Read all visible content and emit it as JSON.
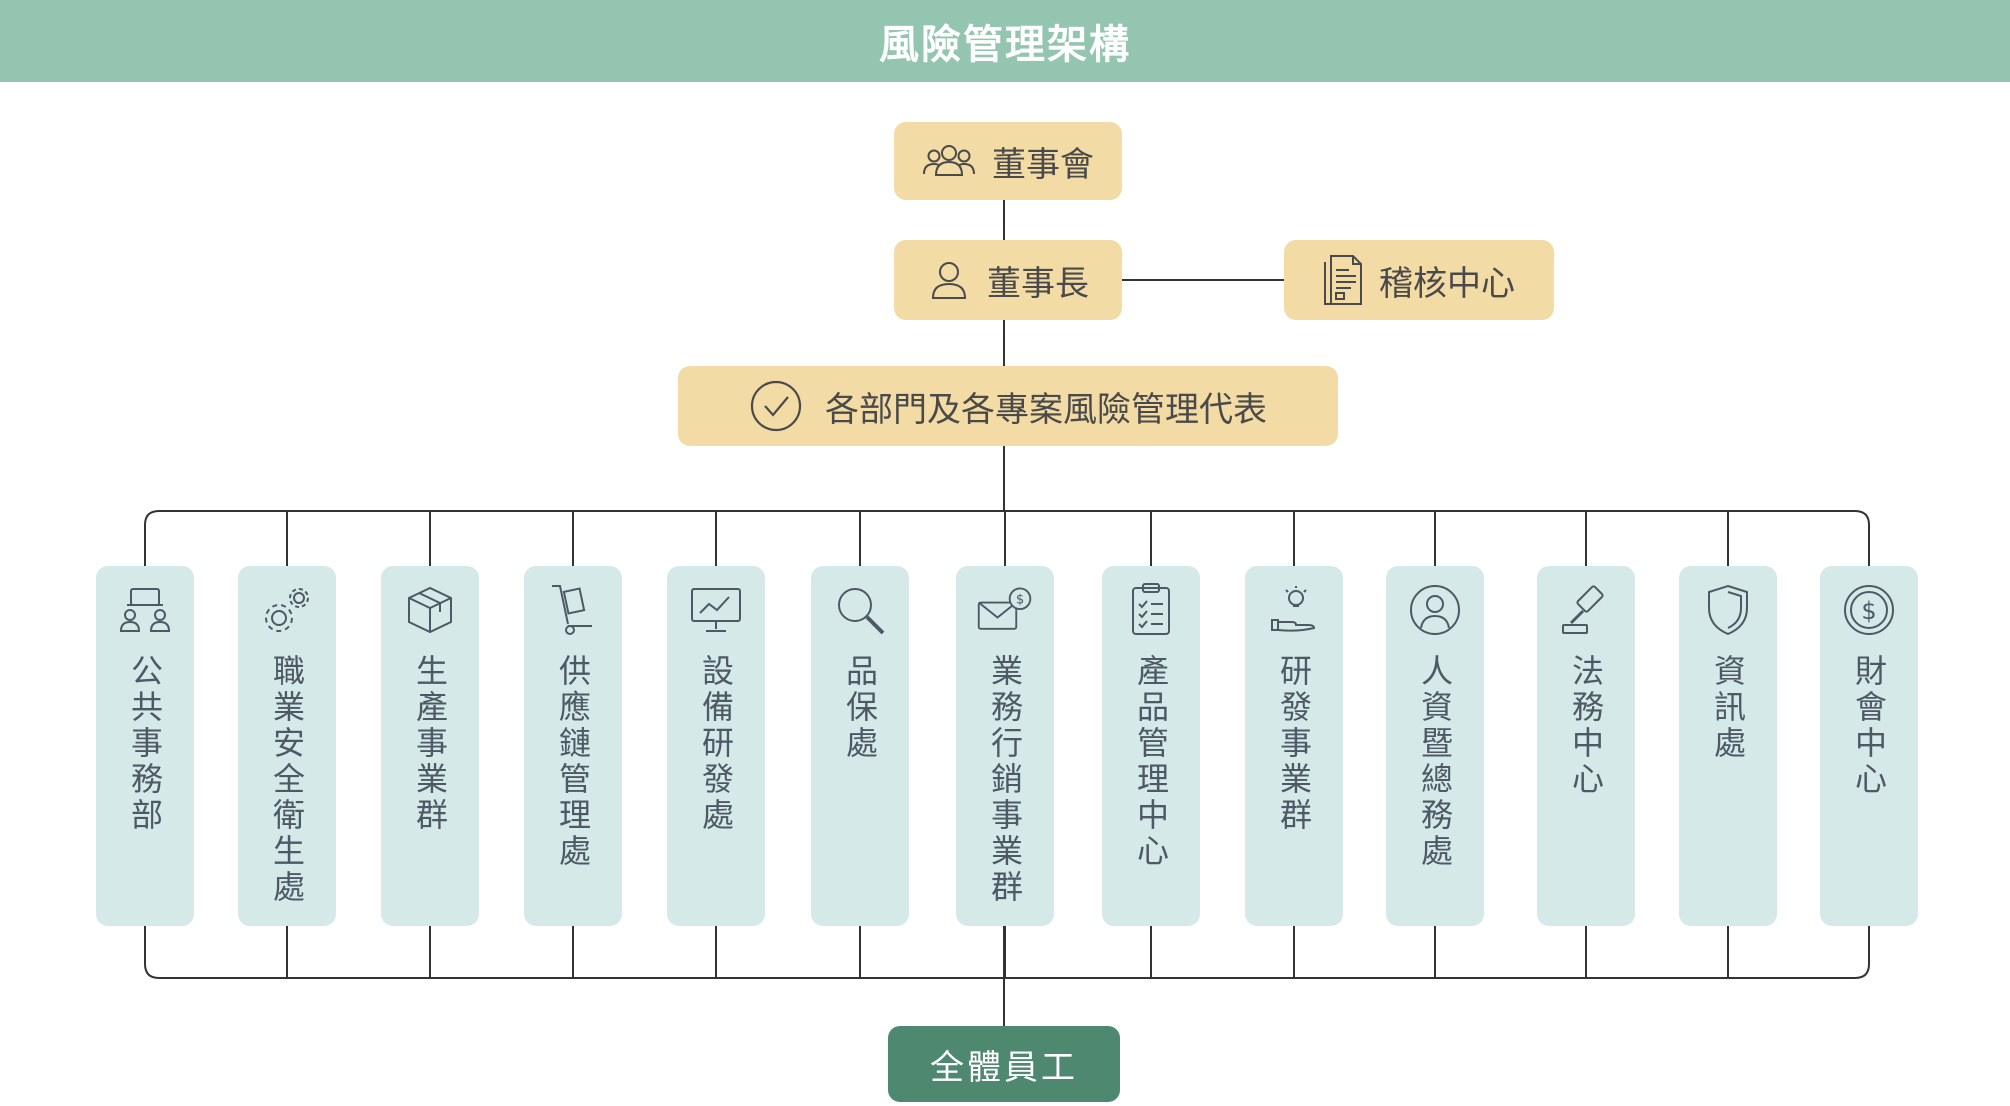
{
  "header": {
    "title": "風險管理架構"
  },
  "nodes": {
    "board": {
      "label": "董事會",
      "icon": "group-icon"
    },
    "chairman": {
      "label": "董事長",
      "icon": "person-icon"
    },
    "audit": {
      "label": "稽核中心",
      "icon": "document-icon"
    },
    "reps": {
      "label": "各部門及各專案風險管理代表",
      "icon": "checkmark-circle-icon"
    }
  },
  "departments": [
    {
      "label": "公共事務部",
      "icon": "meeting-people-icon"
    },
    {
      "label": "職業安全衛生處",
      "icon": "gears-icon"
    },
    {
      "label": "生產事業群",
      "icon": "box-icon"
    },
    {
      "label": "供應鏈管理處",
      "icon": "hand-truck-icon"
    },
    {
      "label": "設備研發處",
      "icon": "monitor-chart-icon"
    },
    {
      "label": "品保處",
      "icon": "magnifier-icon"
    },
    {
      "label": "業務行銷事業群",
      "icon": "envelope-dollar-icon"
    },
    {
      "label": "產品管理中心",
      "icon": "clipboard-checklist-icon"
    },
    {
      "label": "研發事業群",
      "icon": "lightbulb-hand-icon"
    },
    {
      "label": "人資暨總務處",
      "icon": "person-circle-icon"
    },
    {
      "label": "法務中心",
      "icon": "gavel-icon"
    },
    {
      "label": "資訊處",
      "icon": "shield-icon"
    },
    {
      "label": "財會中心",
      "icon": "dollar-coin-icon"
    }
  ],
  "bottom": {
    "label": "全體員工"
  },
  "colors": {
    "header": "#93c5b0",
    "top_node": "#f3dba5",
    "dept": "#d5e9e8",
    "staff": "#4f8870",
    "line": "#333333"
  }
}
